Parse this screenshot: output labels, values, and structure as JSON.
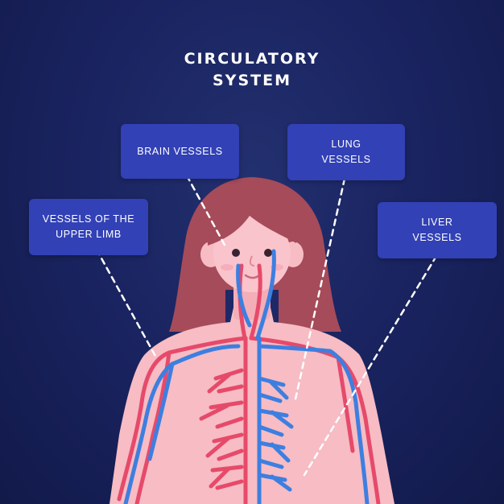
{
  "title": {
    "line1": "CIRCULATORY",
    "line2": "SYSTEM"
  },
  "labels": {
    "brain": {
      "lines": [
        "BRAIN VESSELS"
      ]
    },
    "lung": {
      "lines": [
        "LUNG",
        "VESSELS"
      ]
    },
    "upper": {
      "lines": [
        "VESSELS OF THE",
        "UPPER LIMB"
      ]
    },
    "liver": {
      "lines": [
        "LIVER",
        "VESSELS"
      ]
    }
  },
  "colors": {
    "background": "#1a2461",
    "label_box": "#3241b6",
    "skin": "#f7bcc4",
    "hair": "#a64b5a",
    "artery": "#e64a6a",
    "vein": "#3d7fe0",
    "leader_line": "#ffffff"
  }
}
